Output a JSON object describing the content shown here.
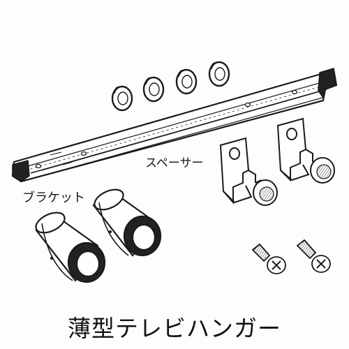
{
  "diagram": {
    "caption": "薄型テレビハンガー",
    "labels": {
      "spacer": "スペーサー",
      "bracket": "ブラケット"
    },
    "parts": [
      "washer",
      "rail",
      "spacer",
      "bracket",
      "screw"
    ],
    "colors": {
      "ink": "#1a1a1a",
      "paper": "#fdfdfb"
    }
  }
}
